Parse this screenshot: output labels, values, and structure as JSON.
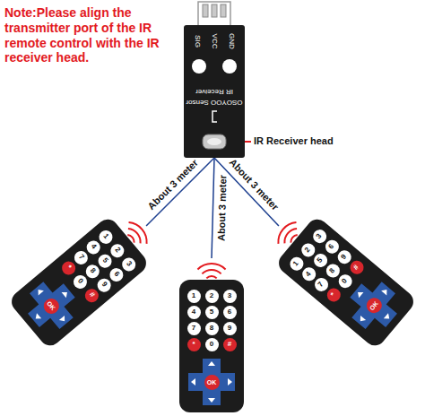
{
  "diagram": {
    "nodes": [
      {
        "text": [
          "SIG",
          "VCC",
          "GND",
          "OSOYOO Sensor",
          "IR Receiver"
        ]
      },
      {
        "text": [
          "1",
          "2",
          "3",
          "4",
          "5",
          "6",
          "7",
          "8",
          "9",
          "*",
          "0",
          "#",
          "OK"
        ]
      },
      {
        "text": [
          "1",
          "2",
          "3",
          "4",
          "5",
          "6",
          "7",
          "8",
          "9",
          "*",
          "0",
          "#",
          "OK"
        ]
      },
      {
        "text": [
          "1",
          "2",
          "3",
          "4",
          "5",
          "6",
          "7",
          "8",
          "9",
          "*",
          "0",
          "#",
          "OK"
        ]
      }
    ],
    "edges": [
      {
        "from": 1,
        "to": 0,
        "arrow": "none",
        "label": "About 3 meter"
      },
      {
        "from": 2,
        "to": 0,
        "arrow": "none",
        "label": "About 3 meter"
      },
      {
        "from": 3,
        "to": 0,
        "arrow": "none",
        "label": "About 3 meter"
      }
    ],
    "labels": [
      "Note:Please align the transmitter port of the IR remote control with the IR receiver head.",
      "IR Receiver head"
    ]
  }
}
